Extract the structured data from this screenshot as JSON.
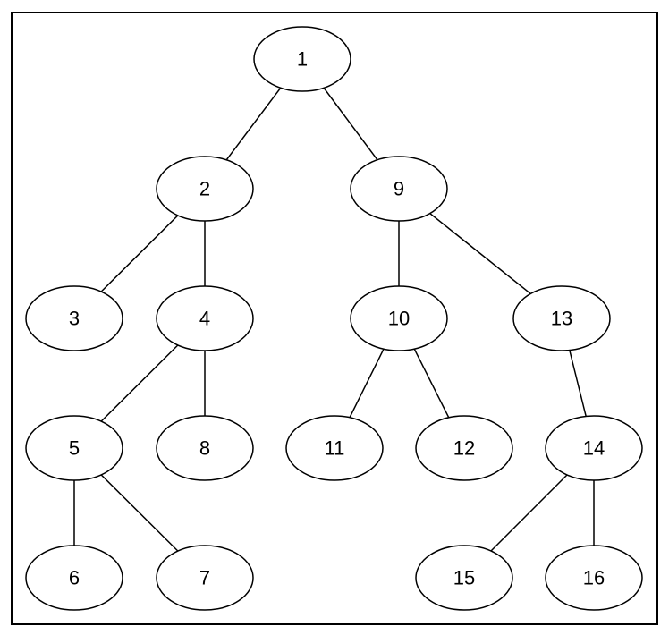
{
  "diagram": {
    "nodes": [
      {
        "id": "n1",
        "label": "1"
      },
      {
        "id": "n2",
        "label": "2"
      },
      {
        "id": "n3",
        "label": "3"
      },
      {
        "id": "n4",
        "label": "4"
      },
      {
        "id": "n5",
        "label": "5"
      },
      {
        "id": "n6",
        "label": "6"
      },
      {
        "id": "n7",
        "label": "7"
      },
      {
        "id": "n8",
        "label": "8"
      },
      {
        "id": "n9",
        "label": "9"
      },
      {
        "id": "n10",
        "label": "10"
      },
      {
        "id": "n11",
        "label": "11"
      },
      {
        "id": "n12",
        "label": "12"
      },
      {
        "id": "n13",
        "label": "13"
      },
      {
        "id": "n14",
        "label": "14"
      },
      {
        "id": "n15",
        "label": "15"
      },
      {
        "id": "n16",
        "label": "16"
      }
    ],
    "edges": [
      {
        "from": "n1",
        "to": "n2"
      },
      {
        "from": "n1",
        "to": "n9"
      },
      {
        "from": "n2",
        "to": "n3"
      },
      {
        "from": "n2",
        "to": "n4"
      },
      {
        "from": "n4",
        "to": "n5"
      },
      {
        "from": "n4",
        "to": "n8"
      },
      {
        "from": "n5",
        "to": "n6"
      },
      {
        "from": "n5",
        "to": "n7"
      },
      {
        "from": "n9",
        "to": "n10"
      },
      {
        "from": "n9",
        "to": "n13"
      },
      {
        "from": "n10",
        "to": "n11"
      },
      {
        "from": "n10",
        "to": "n12"
      },
      {
        "from": "n13",
        "to": "n14"
      },
      {
        "from": "n14",
        "to": "n15"
      },
      {
        "from": "n14",
        "to": "n16"
      }
    ]
  }
}
